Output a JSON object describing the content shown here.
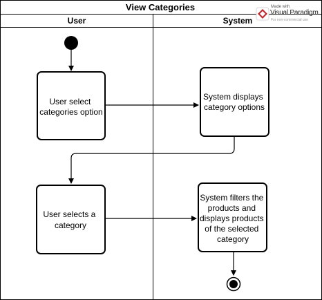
{
  "diagram": {
    "title": "View Categories",
    "lanes": [
      {
        "name": "User"
      },
      {
        "name": "System"
      }
    ],
    "nodes": [
      {
        "id": "user-select-categories",
        "lines": [
          "User select",
          "categories option"
        ]
      },
      {
        "id": "system-displays-options",
        "lines": [
          "System displays",
          "category options"
        ]
      },
      {
        "id": "user-selects-category",
        "lines": [
          "User selects a",
          "category"
        ]
      },
      {
        "id": "system-filters-products",
        "lines": [
          "System filters the",
          "products and",
          "displays products",
          "of the selected",
          "category"
        ]
      }
    ]
  },
  "watermark": {
    "made_with": "Made with",
    "brand": "Visual Paradigm",
    "tagline": "For non-commercial use"
  },
  "colors": {
    "line": "#000000",
    "background": "#ffffff",
    "logo_red": "#c0282d"
  }
}
